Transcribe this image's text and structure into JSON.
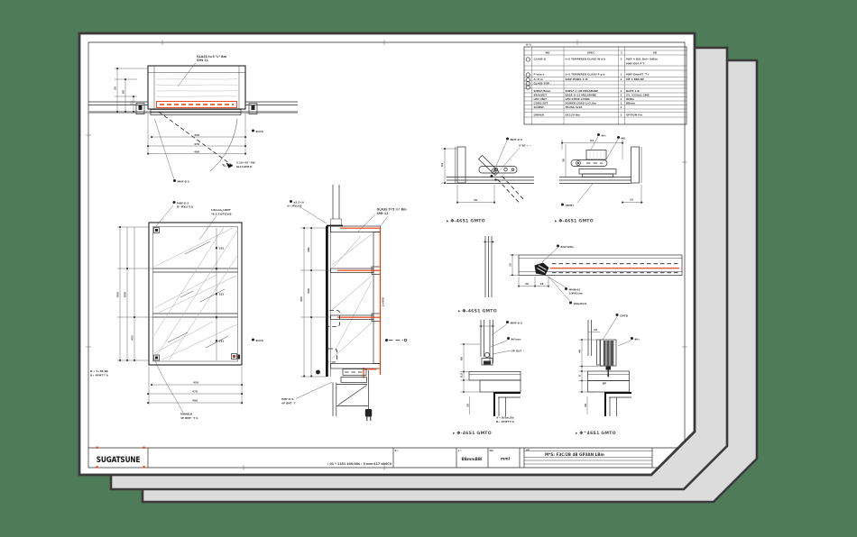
{
  "colors": {
    "background": "#4e7b58",
    "page": "#ffffff",
    "back_page": "#dcdcdc",
    "border": "#3a3a3a",
    "accent_red": "#e8380d"
  },
  "brand": {
    "logo": "SUGATSUNE"
  },
  "title_block": {
    "center_note": "/ 01 * 1351 400/00s : 0 mm-417 d00C0",
    "scale_label": "S=",
    "stamp_label_1": "}=",
    "stamp_label_2": "No",
    "block_label": "an",
    "stamp_1": "BBmmBBl",
    "stamp_2": "mml",
    "drawing_title": "M*S: F3C/2B 4B GP3AN LBm"
  },
  "parts_table": {
    "corner_label": "A-%",
    "headers": {
      "part": "NO",
      "desc": "SPEC",
      "qty": "1",
      "remarks": "6B"
    },
    "rows": [
      {
        "name": "GLASS D",
        "desc": "t=5 TEMPERED GLASS W'd b",
        "qty": "1",
        "remarks": "MXF 4 DSL Bel= 0dEm",
        "remarks2": "MHF-DS4 P T"
      },
      {
        "name": "",
        "desc": "",
        "qty": "",
        "remarks": ""
      },
      {
        "name": "F*mm s",
        "desc": "t=5 TEMPERED GLASS*F g b",
        "qty": "1",
        "remarks": "MHF-DdmRT 'T+'"
      },
      {
        "name": "A=P m",
        "desc": "SIDE PANEL t=B",
        "qty": "1",
        "remarks": "MF 4 BBS BP"
      },
      {
        "name": "GLASS TOP",
        "desc": "",
        "qty": "",
        "remarks": ""
      },
      {
        "name": "SHELF/Bmm",
        "desc": "SHELF t=1B MELAMINE",
        "qty": "1",
        "remarks": "NOTE 1.B"
      },
      {
        "name": "BRACKET",
        "desc": "BASE t=12 MELAMINE",
        "qty": "2",
        "remarks": "S4. 533lmL GMB"
      },
      {
        "name": "LED UNIT",
        "desc": "LED STRIP 2700K",
        "qty": "1",
        "remarks": "W/Bm"
      },
      {
        "name": "CORD SET",
        "desc": "POWER CORD L=2.0m",
        "qty": "1",
        "remarks": "BBmm"
      },
      {
        "name": "SCREW",
        "desc": "TRUSS 3x16",
        "qty": "1",
        "remarks": ""
      },
      {
        "name": "DRIVER",
        "desc": "DC12V Bm",
        "qty": "1",
        "remarks": "OPTION Fm"
      }
    ]
  },
  "captions": {
    "f1": "▸ Φ-46S1 GMTO",
    "f2": "▸ Φ-46S1 GMTO",
    "g": "▸ Φ-46S1 GMTO",
    "h1": "▸ Φ-46S1 GMTO",
    "h2": "▸ Φ^46S1 GMTO"
  },
  "plan": {
    "top1": "GLASS t=5 ¼* Bm",
    "top2": "SMt 11",
    "dl1": "35",
    "dl2": "60",
    "dl3": "12",
    "db1": "450",
    "db2": "470",
    "db3": "490",
    "angle": "45°",
    "side": "Φ470",
    "hinge": "MHF-D S",
    "open1": "5.10°/45° PW",
    "open2": "SL11GMt D"
  },
  "elevation": {
    "t1": "MHF-D S",
    "t1b": "B* MXLI'S b",
    "t2a": "t.BmmL,LBMT",
    "t2b": "*B.S.TmTLTmS",
    "r": "Φ470",
    "l1": "900",
    "l2": "858",
    "l3": "452",
    "i1": "281",
    "i2": "281",
    "i3": "281",
    "b1": "450",
    "b2": "470",
    "b3": "490",
    "bl1": "B'+ 4+5B,Bb",
    "bl2": "B+ 4PMT'T b",
    "bc1": "MHMB,B",
    "bc2": "4P BMT' 'T b"
  },
  "section": {
    "c1": "ø3.5×A",
    "c1b": "d+ MXLY/S",
    "t1": "GLASS t=5 ¼* Bm",
    "t2": "SMt 11",
    "led": "L=800",
    "d1": "452",
    "d2": "300",
    "d3": "281",
    "bl1": "MHF-D S",
    "bl2": "4P BMT' T"
  },
  "f1": {
    "c1": "MHF-D S",
    "c2": "5°40'+ ¬",
    "d1": "64",
    "d2": "38"
  },
  "f2": {
    "c1": "Φl+",
    "c2": "Φ8",
    "c3": "(MHF)",
    "d1": "94",
    "d2": "38",
    "d3": "15"
  },
  "g": {
    "c1": "Bmf'sMm",
    "c2": "MHMrSI",
    "c2b": "2(MXLI)m",
    "c3": "sNIpdtmf",
    "d1": "30",
    "d2": "18",
    "d3": "25"
  },
  "h1": {
    "c1": "MHF-D S",
    "c2": "Φl*zmc",
    "c3": "UP OUT ˥",
    "d1": "68",
    "d2": "8.5",
    "d3": "30",
    "n1": "d'+ B/Bm,Bb",
    "n2": "B+ 4PMT'T b"
  },
  "h2": {
    "c1": "CMTB",
    "c2": "Φl+",
    "d1": "48",
    "d2": "8",
    "d3": "38",
    "d4": "BP",
    "d5": "18"
  }
}
